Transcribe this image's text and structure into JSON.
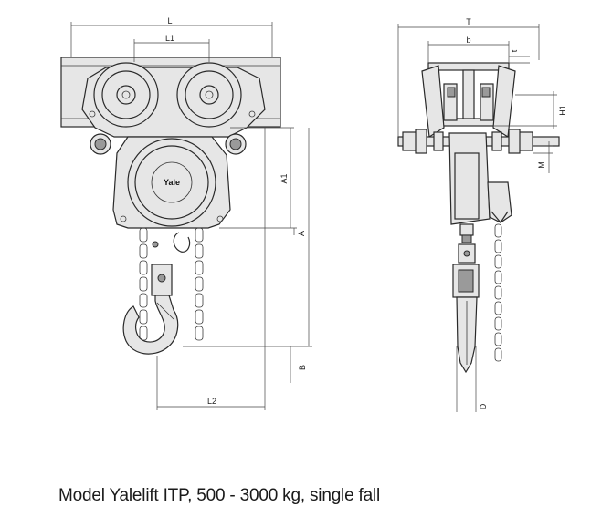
{
  "caption": "Model Yalelift ITP, 500 - 3000 kg, single fall",
  "front_view": {
    "logo": "Yale",
    "dimensions": {
      "L": "L",
      "L1": "L1",
      "L2": "L2",
      "A": "A",
      "A1": "A1",
      "B": "B"
    }
  },
  "side_view": {
    "dimensions": {
      "T": "T",
      "b": "b",
      "t": "t",
      "H1": "H1",
      "M": "M",
      "D": "D"
    }
  }
}
